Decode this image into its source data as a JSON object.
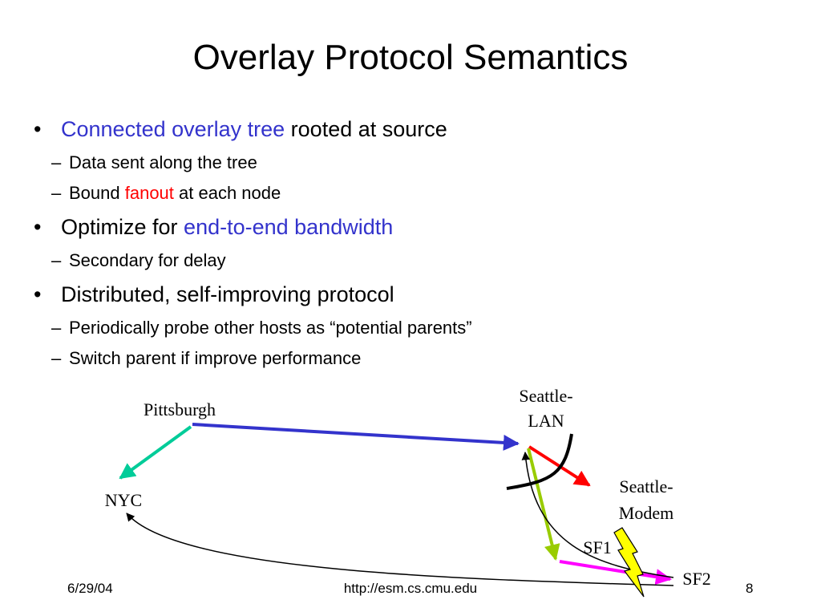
{
  "slide": {
    "title": "Overlay Protocol Semantics",
    "bullet_marker": "•",
    "sub_marker": "–",
    "bullets": [
      {
        "highlight": "Connected overlay tree",
        "text": " rooted at source",
        "subs": [
          {
            "text": "Data sent along the tree"
          },
          {
            "before": "Bound ",
            "highlight": "fanout",
            "after": " at each node"
          }
        ]
      },
      {
        "text": "Optimize for ",
        "highlight": "end-to-end bandwidth",
        "subs": [
          {
            "text": "Secondary for delay"
          }
        ]
      },
      {
        "text": "Distributed, self-improving protocol",
        "subs": [
          {
            "text": "Periodically probe other hosts as “potential parents”"
          },
          {
            "text": "Switch parent if improve performance"
          }
        ]
      }
    ]
  },
  "diagram": {
    "nodes": {
      "pittsburgh": "Pittsburgh",
      "seattle_lan_line1": "Seattle-",
      "seattle_lan_line2": "LAN",
      "seattle_modem_line1": "Seattle-",
      "seattle_modem_line2": "Modem",
      "nyc": "NYC",
      "sf1": "SF1",
      "sf2": "SF2"
    },
    "colors": {
      "pittsburgh_to_seattle_lan": "#3333cc",
      "pittsburgh_to_nyc": "#00cc99",
      "seattle_lan_to_seattle_modem": "#ff0000",
      "seattle_lan_to_sf1": "#99cc00",
      "sf1_to_sf2": "#ff00ff",
      "lightning": "#ffff00",
      "highlight_text": "#3333cc",
      "fanout_text": "#ff0000"
    }
  },
  "footer": {
    "date": "6/29/04",
    "url": "http://esm.cs.cmu.edu",
    "page": "8"
  }
}
